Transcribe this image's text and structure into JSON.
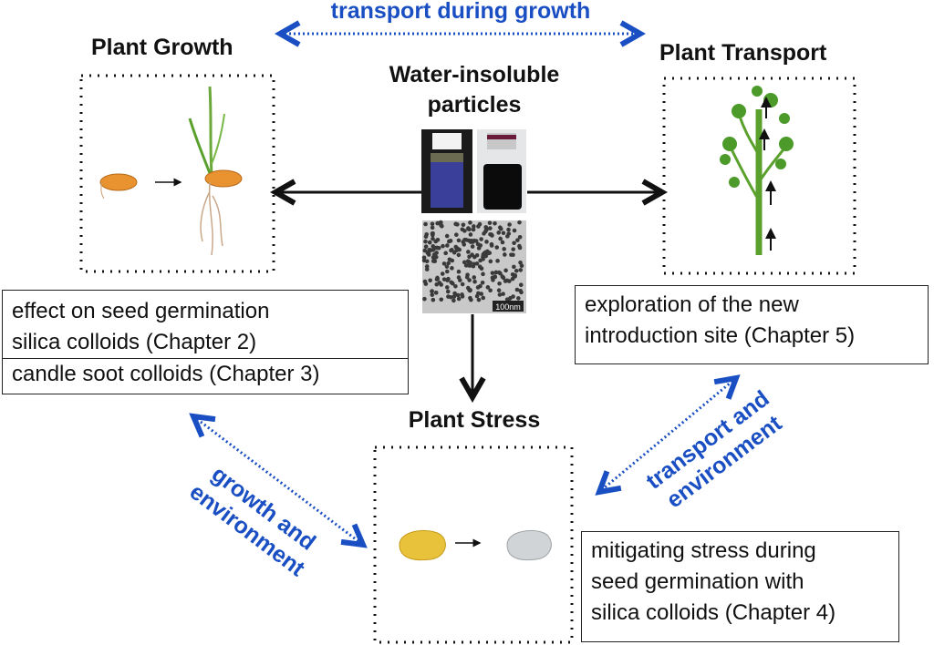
{
  "top_link": "transport during growth",
  "center": {
    "title_line1": "Water-insoluble",
    "title_line2": "particles",
    "scale_bar": "100nm"
  },
  "growth": {
    "title": "Plant Growth",
    "notes": [
      "effect on seed germination",
      "silica colloids (Chapter 2)",
      "candle soot colloids (Chapter 3)"
    ]
  },
  "transport": {
    "title": "Plant Transport",
    "notes": [
      "exploration of the new",
      "introduction site (Chapter 5)"
    ]
  },
  "stress": {
    "title": "Plant Stress",
    "notes": [
      "mitigating stress during",
      "seed germination with",
      "silica colloids (Chapter 4)"
    ]
  },
  "left_link": {
    "line1": "growth and",
    "line2": "environment"
  },
  "right_link": {
    "line1": "transport and",
    "line2": "environment"
  },
  "colors": {
    "accent": "#1a4fc4",
    "seed": "#e8932f",
    "bean": "#e8c23a",
    "bean_treated": "#d0d4d6",
    "plant": "#5aa02c"
  }
}
